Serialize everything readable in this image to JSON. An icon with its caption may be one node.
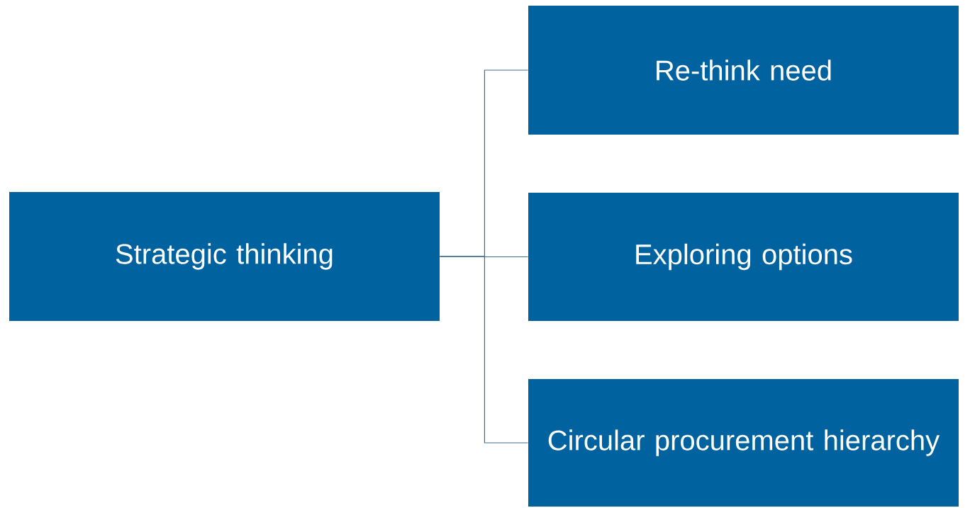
{
  "diagram": {
    "nodes": [
      {
        "text": [
          "Strategic thinking"
        ]
      },
      {
        "text": [
          "Re-think need"
        ]
      },
      {
        "text": [
          "Exploring options"
        ]
      },
      {
        "text": [
          "Circular procurement hierarchy"
        ]
      }
    ],
    "edges": [
      {
        "from": 0,
        "to": 1,
        "arrow": "none"
      },
      {
        "from": 0,
        "to": 2,
        "arrow": "none"
      },
      {
        "from": 0,
        "to": 3,
        "arrow": "none"
      }
    ]
  }
}
